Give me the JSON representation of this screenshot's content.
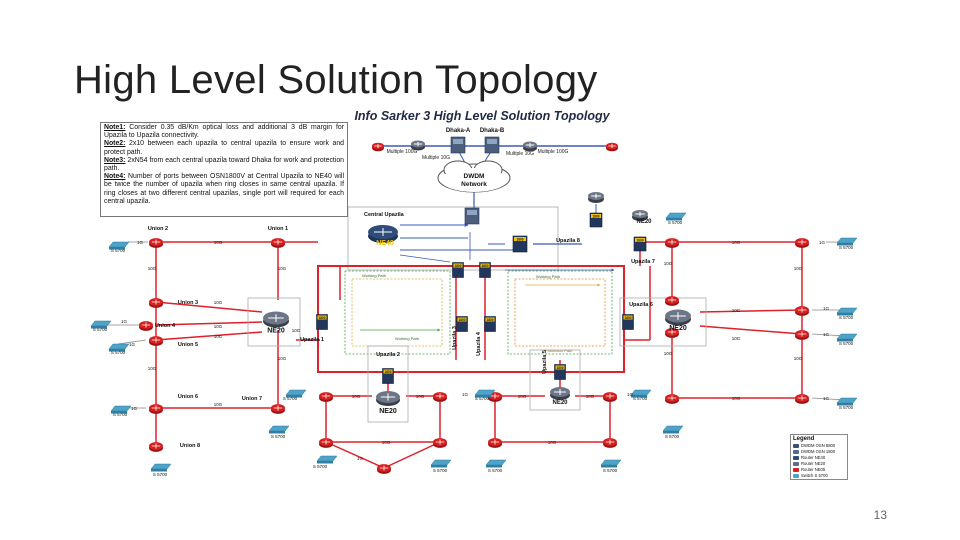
{
  "slide": {
    "title": "High Level Solution Topology",
    "page_number": "13"
  },
  "diagram": {
    "title": "Info Sarker 3 High Level Solution Topology",
    "notes": [
      {
        "label": "Note1:",
        "text": " Consider 0.35 dB/Km optical loss and additional 3 dB margin for Upazila to Upazila connectivity."
      },
      {
        "label": "Note2:",
        "text": " 2x10 between each upazila to central upazila to ensure work and protect path."
      },
      {
        "label": "Note3:",
        "text": " 2xN54 from each central upazila toward Dhaka for work and protection path."
      },
      {
        "label": "Note4:",
        "text": " Number of ports between OSN1800V at Central Upazila to NE40 will be twice the number of upazila when ring closes in same central upazila. If ring closes at two different central upazilas, single port will required for each central upazila."
      }
    ],
    "core": {
      "dhaka_a": "Dhaka-A",
      "dhaka_b": "Dhaka-B",
      "cloud": [
        "DWDM",
        "Network"
      ],
      "links": [
        "Multiple 100G",
        "Multiple 10G",
        "Multiple 10G",
        "Multiple 100G"
      ]
    },
    "central_upazila": "Central Upazila",
    "labels": {
      "union_1": "Union 1",
      "union_2": "Union 2",
      "union_3": "Union 3",
      "union_4": "Union 4",
      "union_5": "Union 5",
      "union_6": "Union 6",
      "union_7": "Union 7",
      "union_8": "Union 8",
      "upazila_1": "Upazila 1",
      "upazila_2": "Upazila 2",
      "upazila_3": "Upazila 3",
      "upazila_4": "Upazila 4",
      "upazila_5": "Upazila 5",
      "upazila_6": "Upazila 6",
      "upazila_7": "Upazila 7",
      "upazila_8": "Upazila 8",
      "ne40": "NE40",
      "ne20": "NE20",
      "s5700": "S 5700",
      "osn": "1800",
      "link_10g": "10G",
      "link_1g": "1G",
      "working_path": "Working Path",
      "protection_path": "Protection Path"
    },
    "legend": {
      "title": "Legend",
      "items": [
        {
          "label": "DWDM OSN 8800",
          "color": "#3a4f7a"
        },
        {
          "label": "DWDM OSN 1800",
          "color": "#4c6a99"
        },
        {
          "label": "Router NE40",
          "color": "#2e4d7a"
        },
        {
          "label": "Router NE20",
          "color": "#5f6d80"
        },
        {
          "label": "Router NE05",
          "color": "#d81e1e"
        },
        {
          "label": "Switch S 5700",
          "color": "#4fa3c8"
        }
      ]
    },
    "colors": {
      "ring_red": "#e0202a",
      "router_red": "#d81e1e",
      "osn_navy": "#23375d",
      "switch_blue": "#4fa3c8",
      "link_blue": "#3c59b8",
      "working_green": "#49a84a",
      "protection_yellow": "#d6b23a",
      "protection_orange": "#e88a2d"
    }
  }
}
